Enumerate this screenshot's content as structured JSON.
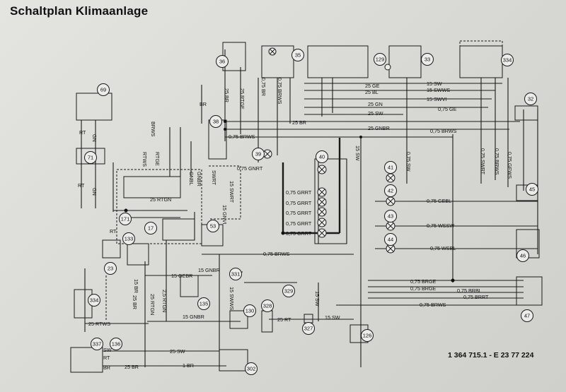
{
  "title": "Schaltplan Klimaanlage",
  "document_number": "1 364 715.1 - E 23 77 224",
  "components": [
    "69",
    "71",
    "36",
    "35",
    "129",
    "33",
    "334",
    "32",
    "38",
    "39",
    "40",
    "41",
    "42",
    "43",
    "44",
    "45",
    "46",
    "47",
    "171",
    "17",
    "53",
    "23",
    "133",
    "334",
    "135",
    "337",
    "331",
    "329",
    "130",
    "328",
    "327",
    "136",
    "126",
    "302"
  ],
  "wire_labels": [
    "RT",
    "GN",
    "RT",
    "GN",
    "BR",
    "25 BR",
    "25 RTGE",
    "BRWS",
    "RTWS",
    "RTGE",
    "0,75 BRWS",
    "0,75 BR",
    "0,75 GNRT",
    "0,75 BRWS",
    "25 BR",
    "25 GN",
    "25 SW",
    "25 GE",
    "25 BL",
    "15 SW",
    "15 SWWS",
    "15 SWVI",
    "0,75 GE",
    "25 GNBR",
    "0,75 BRWS",
    "15 SW",
    "0,75 SW",
    "0,75 SWRT",
    "0,75 BRWS",
    "0,75 GEWS",
    "0,75 GRRT",
    "0,75 GRRT",
    "0,75 GRRT",
    "0,75 GRRT",
    "0,75 GRRT",
    "0,75 GEBL",
    "0,75 WSSW",
    "0,75 WSBL",
    "0,75 BRWS",
    "0,75 BRGE",
    "0,75 BRGE",
    "0,75 BRBL",
    "0,75 BRRT",
    "0,75 BRWS",
    "25 RTGN",
    "15 GEBR",
    "15 GNBR",
    "15 SWWS",
    "15 SW",
    "25 RTWS",
    "25 RT",
    "15 SW",
    "25 SW",
    "1 BR",
    "25 BR",
    "SW",
    "RT",
    "BR",
    "RT",
    "2,5 RTGN",
    "15 BR",
    "15 GNBR",
    "15 GNVI",
    "15 SWRT",
    "GNBL",
    "GNBR",
    "SWRT",
    "25 RTGN",
    "25 BR"
  ]
}
